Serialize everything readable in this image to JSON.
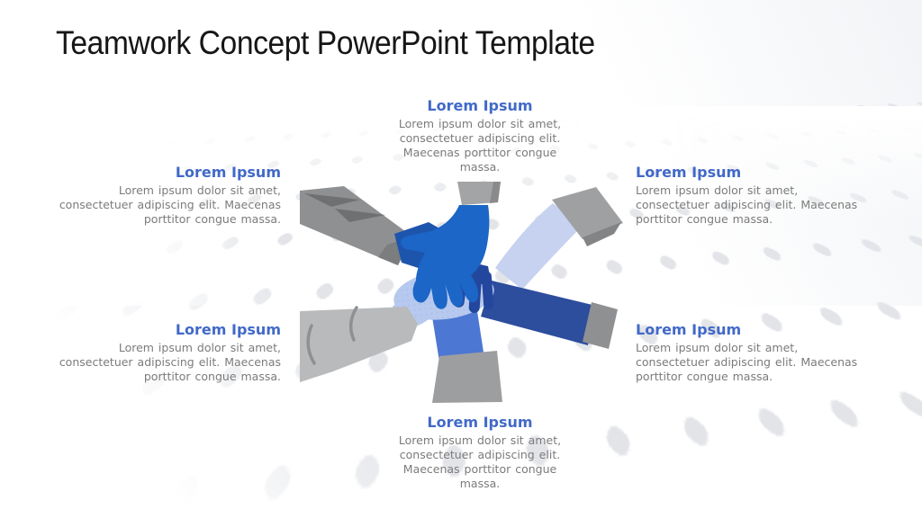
{
  "slide": {
    "title": "Teamwork Concept PowerPoint Template",
    "accent_color": "#4169C8",
    "body_text_color": "#7B7B7B",
    "blocks": [
      {
        "id": "top-center",
        "heading": "Lorem Ipsum",
        "body": "Lorem ipsum dolor sit amet, consectetuer adipiscing elit. Maecenas porttitor congue massa."
      },
      {
        "id": "upper-left",
        "heading": "Lorem Ipsum",
        "body": "Lorem ipsum dolor sit amet, consectetuer adipiscing elit. Maecenas porttitor congue massa."
      },
      {
        "id": "upper-right",
        "heading": "Lorem Ipsum",
        "body": "Lorem ipsum dolor sit amet, consectetuer adipiscing elit. Maecenas porttitor congue massa."
      },
      {
        "id": "lower-left",
        "heading": "Lorem Ipsum",
        "body": "Lorem ipsum dolor sit amet, consectetuer adipiscing elit. Maecenas porttitor congue massa."
      },
      {
        "id": "lower-right",
        "heading": "Lorem Ipsum",
        "body": "Lorem ipsum dolor sit amet, consectetuer adipiscing elit. Maecenas porttitor congue massa."
      },
      {
        "id": "bottom-center",
        "heading": "Lorem Ipsum",
        "body": "Lorem ipsum dolor sit amet, consectetuer adipiscing elit. Maecenas porttitor congue massa."
      }
    ],
    "illustration": {
      "name": "stacked-hands-teamwork",
      "palette": {
        "hand_top": "#1B66C6",
        "hand_dark": "#24479E",
        "hand_wedge": "#1D55AD",
        "palm_light": "#B7C9EE",
        "arm_navy": "#2D4D9D",
        "arm_medium_blue": "#4C77D2",
        "arm_lavender": "#C6D2EF",
        "sleeve_gray": "#8F9092",
        "sleeve_light_gray": "#B9BABC",
        "cuff_gray": "#9D9EA0"
      }
    }
  }
}
